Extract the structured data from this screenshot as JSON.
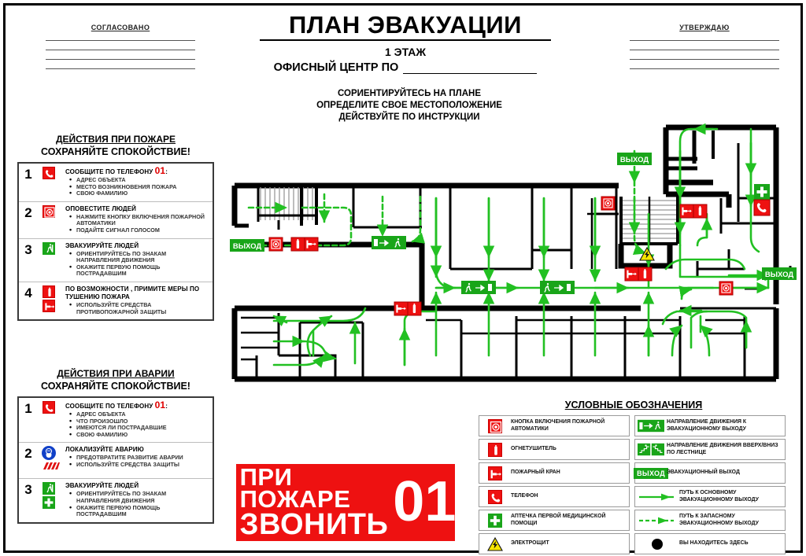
{
  "header": {
    "agreed_label": "СОГЛАСОВАНО",
    "approved_label": "УТВЕРЖДАЮ",
    "title": "ПЛАН ЭВАКУАЦИИ",
    "floor": "1 ЭТАЖ",
    "object": "ОФИСНЫЙ ЦЕНТР ПО",
    "instructions": [
      "СОРИЕНТИРУЙТЕСЬ НА ПЛАНЕ",
      "ОПРЕДЕЛИТЕ СВОЕ МЕСТОПОЛОЖЕНИЕ",
      "ДЕЙСТВУЙТЕ ПО ИНСТРУКЦИИ"
    ]
  },
  "fire_panel": {
    "heading": "ДЕЙСТВИЯ ПРИ ПОЖАРЕ",
    "subheading": "СОХРАНЯЙТЕ СПОКОЙСТВИЕ!",
    "steps": [
      {
        "num": "1",
        "icons": [
          "phone-red-icon"
        ],
        "title_before": "СООБЩИТЕ ПО ТЕЛЕФОНУ ",
        "title_number": "01",
        "title_after": ":",
        "items": [
          "АДРЕС ОБЪЕКТА",
          "МЕСТО ВОЗНИКНОВЕНИЯ ПОЖАРА",
          "СВОЮ ФАМИЛИЮ"
        ]
      },
      {
        "num": "2",
        "icons": [
          "fire-alarm-button-icon"
        ],
        "title_before": "ОПОВЕСТИТЕ ЛЮДЕЙ",
        "title_number": "",
        "title_after": "",
        "items": [
          "НАЖМИТЕ КНОПКУ ВКЛЮЧЕНИЯ ПОЖАРНОЙ АВТОМАТИКИ",
          "ПОДАЙТЕ СИГНАЛ ГОЛОСОМ"
        ]
      },
      {
        "num": "3",
        "icons": [
          "emergency-exit-green-icon"
        ],
        "title_before": "ЭВАКУИРУЙТЕ ЛЮДЕЙ",
        "title_number": "",
        "title_after": "",
        "items": [
          "ОРИЕНТИРУЙТЕСЬ ПО ЗНАКАМ НАПРАВЛЕНИЯ ДВИЖЕНИЯ",
          "ОКАЖИТЕ ПЕРВУЮ ПОМОЩЬ ПОСТРАДАВШИМ"
        ]
      },
      {
        "num": "4",
        "icons": [
          "fire-extinguisher-icon",
          "fire-hydrant-icon"
        ],
        "title_before": "ПО ВОЗМОЖНОСТИ , ПРИМИТЕ МЕРЫ ПО ТУШЕНИЮ ПОЖАРА",
        "title_number": "",
        "title_after": "",
        "items": [
          "ИСПОЛЬЗУЙТЕ СРЕДСТВА ПРОТИВОПОЖАРНОЙ ЗАЩИТЫ"
        ]
      }
    ]
  },
  "accident_panel": {
    "heading": "ДЕЙСТВИЯ ПРИ АВАРИИ",
    "subheading": "СОХРАНЯЙТЕ СПОКОЙСТВИЕ!",
    "steps": [
      {
        "num": "1",
        "icons": [
          "phone-red-icon"
        ],
        "title_before": "СООБЩИТЕ ПО ТЕЛЕФОНУ ",
        "title_number": "01",
        "title_after": ":",
        "items": [
          "АДРЕС ОБЪЕКТА",
          "ЧТО ПРОИЗОШЛО",
          "ИМЕЮТСЯ ЛИ ПОСТРАДАВШИЕ",
          "СВОЮ ФАМИЛИЮ"
        ]
      },
      {
        "num": "2",
        "icons": [
          "respirator-blue-icon",
          "hazard-stripes-icon"
        ],
        "title_before": "ЛОКАЛИЗУЙТЕ АВАРИЮ",
        "title_number": "",
        "title_after": "",
        "items": [
          "ПРЕДОТВРАТИТЕ РАЗВИТИЕ АВАРИИ",
          "ИСПОЛЬЗУЙТЕ СРЕДСТВА ЗАЩИТЫ"
        ]
      },
      {
        "num": "3",
        "icons": [
          "emergency-exit-green-icon",
          "first-aid-green-icon"
        ],
        "title_before": "ЭВАКУИРУЙТЕ ЛЮДЕЙ",
        "title_number": "",
        "title_after": "",
        "items": [
          "ОРИЕНТИРУЙТЕСЬ ПО ЗНАКАМ НАПРАВЛЕНИЯ ДВИЖЕНИЯ",
          "ОКАЖИТЕ ПЕРВУЮ ПОМОЩЬ ПОСТРАДАВШИМ"
        ]
      }
    ]
  },
  "banner": {
    "line1": "ПРИ ПОЖАРЕ",
    "line2": "ЗВОНИТЬ",
    "number": "01",
    "bg_color": "#ee1111",
    "text_color": "#ffffff"
  },
  "legend": {
    "title": "УСЛОВНЫЕ ОБОЗНАЧЕНИЯ",
    "left": [
      {
        "icon": "fire-alarm-button-icon",
        "label": "КНОПКА ВКЛЮЧЕНИЯ ПОЖАРНОЙ АВТОМАТИКИ"
      },
      {
        "icon": "fire-extinguisher-icon",
        "label": "ОГНЕТУШИТЕЛЬ"
      },
      {
        "icon": "fire-hydrant-icon",
        "label": "ПОЖАРНЫЙ КРАН"
      },
      {
        "icon": "phone-red-icon",
        "label": "ТЕЛЕФОН"
      },
      {
        "icon": "first-aid-green-icon",
        "label": "АПТЕЧКА ПЕРВОЙ МЕДИЦИНСКОЙ ПОМОЩИ"
      },
      {
        "icon": "electric-hazard-icon",
        "label": "ЭЛЕКТРОЩИТ"
      }
    ],
    "right": [
      {
        "icon": "direction-to-exit-icon",
        "label": "НАПРАВЛЕНИЕ ДВИЖЕНИЯ К ЭВАКУАЦИОННОМУ ВЫХОДУ"
      },
      {
        "icon": "direction-stairs-icon",
        "label": "НАПРАВЛЕНИЕ ДВИЖЕНИЯ ВВЕРХ/ВНИЗ ПО ЛЕСТНИЦЕ"
      },
      {
        "icon": "exit-sign-icon",
        "label": "ЭВАКУАЦИОННЫЙ ВЫХОД"
      },
      {
        "icon": "solid-green-arrow-icon",
        "label": "ПУТЬ К ОСНОВНОМУ ЭВАКУАЦИОННОМУ ВЫХОДУ"
      },
      {
        "icon": "dashed-green-arrow-icon",
        "label": "ПУТЬ К ЗАПАСНОМУ ЭВАКУАЦИОННОМУ ВЫХОДУ"
      },
      {
        "icon": "you-are-here-dot-icon",
        "label": "ВЫ НАХОДИТЕСЬ ЗДЕСЬ"
      }
    ]
  },
  "plan": {
    "exit_sign_text": "ВЫХОД",
    "exit_signs_count": 3,
    "colors": {
      "walls": "#000000",
      "route": "#22c022",
      "fire_equipment": "#ee1111",
      "exit_green": "#19a519"
    }
  },
  "colors": {
    "red": "#ee1111",
    "green": "#19a519",
    "route_green": "#22c022",
    "blue": "#1040c8",
    "yellow": "#f7e600",
    "frame": "#000000"
  }
}
